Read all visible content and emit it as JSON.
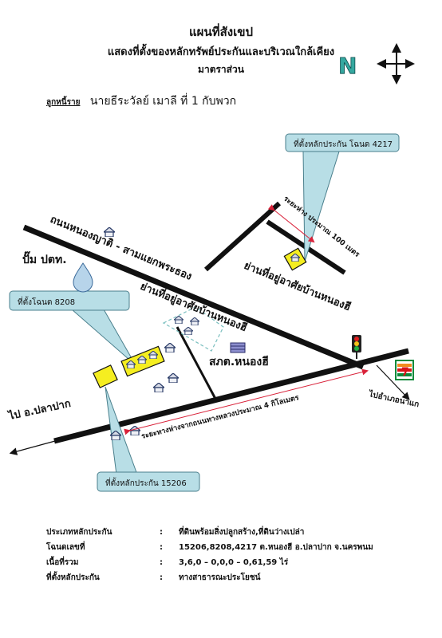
{
  "header": {
    "title": "แผนที่สังเขป",
    "subtitle": "แสดงที่ตั้งของหลักทรัพย์ประกันและบริเวณใกล้เคียง",
    "scale_note": "มาตราส่วน",
    "compass_letter": "N"
  },
  "debtor": {
    "label": "ลูกหนี้ราย",
    "name": "นายธีระวัลย์ เมาลี ที่ 1 กับพวก"
  },
  "map": {
    "callouts": [
      {
        "text": "ที่ตั้งหลักประกัน โฉนด 4217"
      },
      {
        "text": "ที่ตั้งโฉนด 8208"
      },
      {
        "text": "ที่ตั้งหลักประกัน 15206"
      }
    ],
    "road_main_label": "ถนนหนองญาติ - สามแยกพระธอง",
    "gas_station": "ปั๊ม ปตท.",
    "village_1": "ย่านที่อยู่อาศัยบ้านหนองฮี",
    "village_2": "ย่านที่อยู่อาศัยบ้านหนองฮี",
    "police": "สภต.หนองฮี",
    "distance_small": "ระยะห่าง ประมาณ 100 เมตร",
    "distance_long": "ระยะทางห่างจากถนนทางหลวงประมาณ 4 กิโลเมตร",
    "to_plapak": "ไป อ.ปลาปาก",
    "to_district": "ไปอำเภอนาแก",
    "seven_eleven": "7"
  },
  "details": [
    {
      "key": "ประเภทหลักประกัน",
      "value": "ที่ดินพร้อมสิ่งปลูกสร้าง,ที่ดินว่างเปล่า"
    },
    {
      "key": "โฉนดเลขที่",
      "value": "15206,8208,4217 ต.หนองฮี อ.ปลาปาก จ.นครพนม"
    },
    {
      "key": "เนื้อที่รวม",
      "value": "3,6,0 – 0,0,0 – 0,61,59 ไร่"
    },
    {
      "key": "ที่ตั้งหลักประกัน",
      "value": "ทางสาธารณะประโยชน์"
    }
  ],
  "colors": {
    "road": "#111111",
    "callout_fill": "#b8dee6",
    "callout_border": "#4a7f8c",
    "plot": "#f5ee20",
    "distance_arrow": "#d9223a",
    "seven_green": "#0a8a3a",
    "seven_orange": "#f28c1e",
    "seven_red": "#d7141a",
    "compass_letter": "#35a8a0",
    "village_box": "#7abfbf"
  }
}
